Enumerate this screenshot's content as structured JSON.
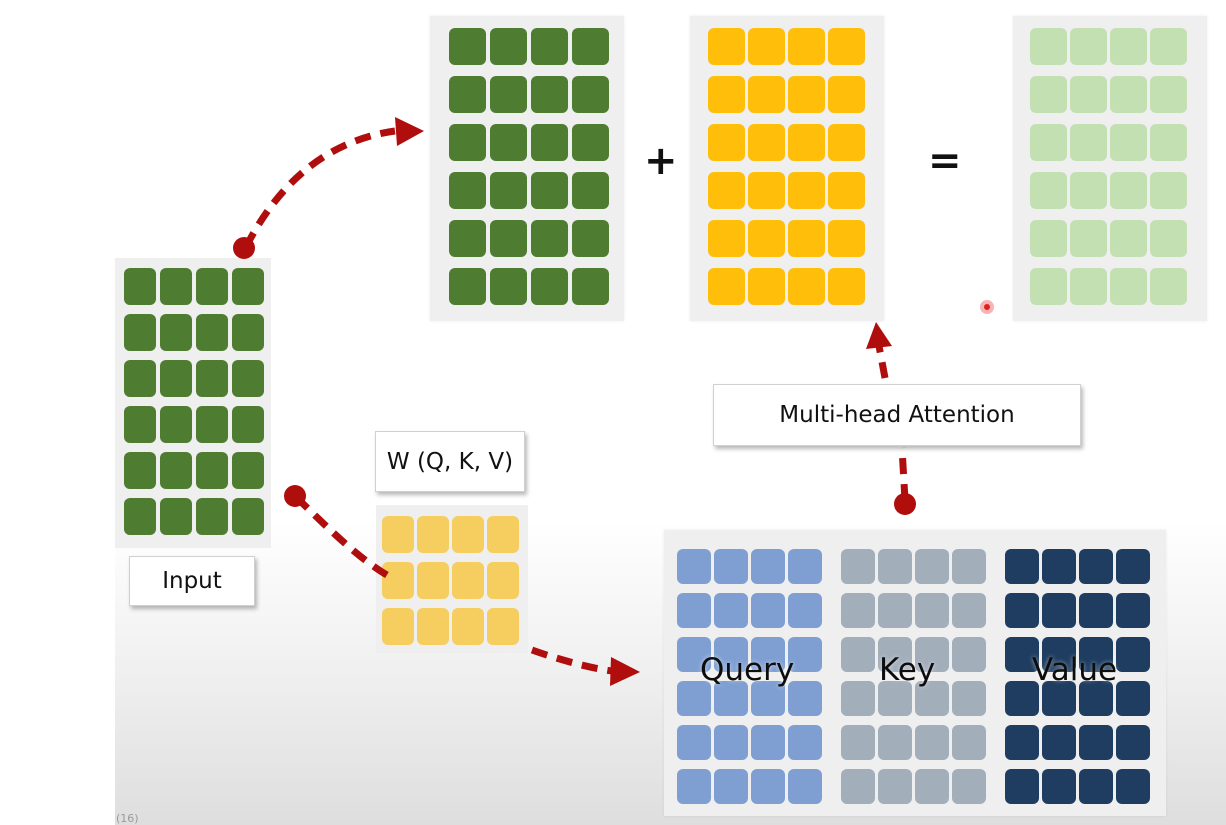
{
  "labels": {
    "input": "Input",
    "weights": "W (Q, K, V)",
    "attention": "Multi-head Attention",
    "query": "Query",
    "key": "Key",
    "value": "Value",
    "plus": "+",
    "equals": "=",
    "corner": "(16)"
  },
  "colors": {
    "input_green": "#4e7c30",
    "positional_yellow": "#ffbe0a",
    "output_light_green": "#c3e0b2",
    "weights_yellow": "#f6ce60",
    "query_blue": "#7f9fd3",
    "key_gray": "#a3aebb",
    "value_navy": "#1e3d61",
    "arrow_red": "#b00d0d"
  },
  "matrix_shapes": {
    "input": [
      6,
      4
    ],
    "embedding_copy": [
      6,
      4
    ],
    "positional": [
      6,
      4
    ],
    "sum": [
      6,
      4
    ],
    "weights": [
      3,
      4
    ],
    "query": [
      6,
      4
    ],
    "key": [
      6,
      4
    ],
    "value": [
      6,
      4
    ]
  }
}
